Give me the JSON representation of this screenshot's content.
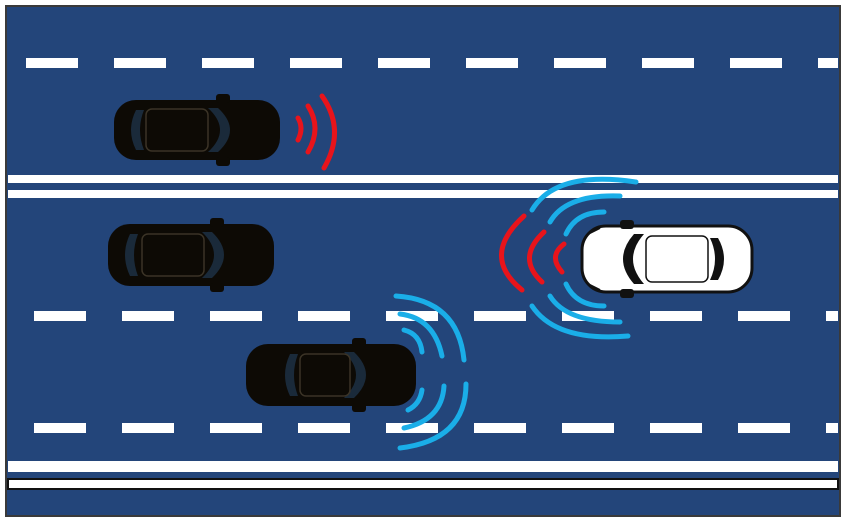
{
  "road": {
    "asphalt_color": "#23457a",
    "marking_color": "#ffffff",
    "border_color": "#3a3a3a"
  },
  "vehicles": [
    {
      "id": "car-top-left",
      "body_color": "#0d0a05",
      "facing": "right"
    },
    {
      "id": "car-middle-left",
      "body_color": "#0d0a05",
      "facing": "right"
    },
    {
      "id": "car-bottom-center",
      "body_color": "#0d0a05",
      "facing": "right"
    },
    {
      "id": "car-ego-white",
      "body_color": "#ffffff",
      "facing": "right"
    }
  ],
  "signals": {
    "red_signal_color": "#e8141b",
    "blue_signal_color": "#1aaee8",
    "red_wave_icon": "radar-wave-red-icon",
    "blue_wave_icon": "radar-wave-blue-icon"
  }
}
